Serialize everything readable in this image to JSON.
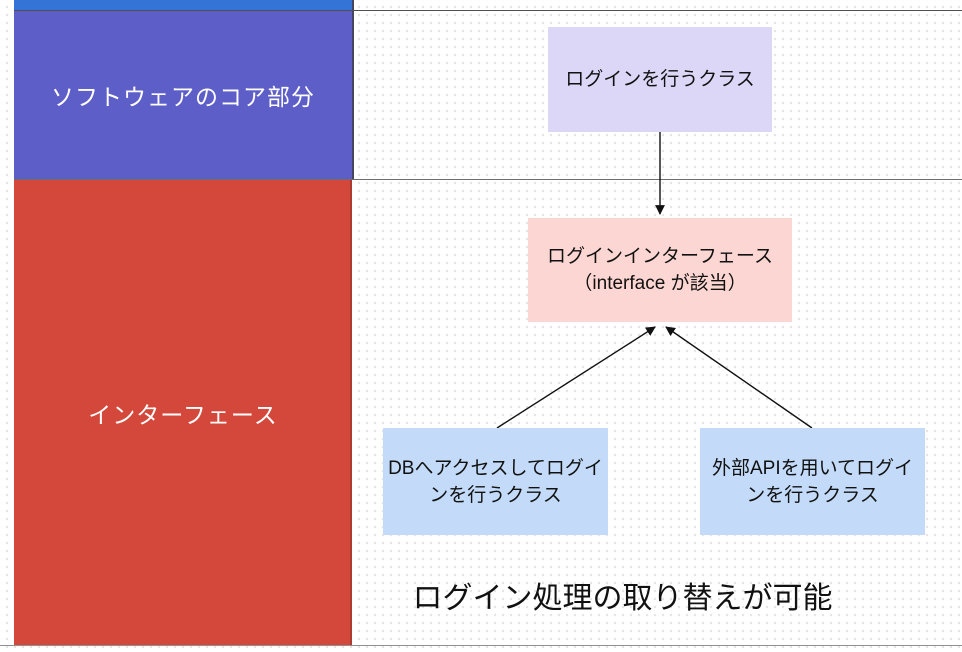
{
  "sections": {
    "core_label": "ソフトウェアのコア部分",
    "interface_label": "インターフェース"
  },
  "nodes": {
    "login_class": {
      "label": "ログインを行うクラス"
    },
    "login_interface": {
      "line1": "ログインインターフェース",
      "line2": "（interface が該当）"
    },
    "db_login": {
      "line1": "DBへアクセスしてログイ",
      "line2": "ンを行うクラス"
    },
    "api_login": {
      "line1": "外部APIを用いてログイ",
      "line2": "ンを行うクラス"
    }
  },
  "caption": "ログイン処理の取り替えが可能",
  "colors": {
    "top_bar": "#3374d6",
    "core_section": "#5d5ec7",
    "interface_section": "#d4483b",
    "login_class_fill": "#dcd6f7",
    "login_interface_fill": "#fcd6d2",
    "impl_class_fill": "#c3dbf8",
    "arrow": "#111111"
  }
}
